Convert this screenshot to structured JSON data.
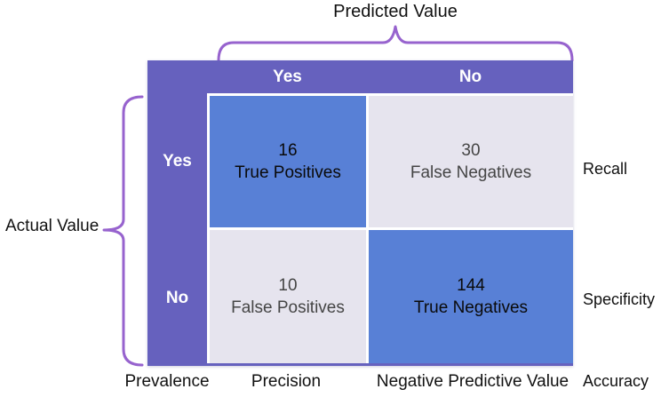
{
  "diagram": {
    "title": "Predicted Value",
    "left_axis_label": "Actual Value",
    "column_headers": [
      "Yes",
      "No"
    ],
    "row_headers": [
      "Yes",
      "No"
    ],
    "cells": {
      "true_positives": {
        "value": "16",
        "label": "True Positives"
      },
      "false_negatives": {
        "value": "30",
        "label": "False Negatives"
      },
      "false_positives": {
        "value": "10",
        "label": "False Positives"
      },
      "true_negatives": {
        "value": "144",
        "label": "True Negatives"
      }
    },
    "right_labels": {
      "row1": "Recall",
      "row2": "Specificity",
      "overall": "Accuracy"
    },
    "bottom_labels": {
      "row_header_col": "Prevalence",
      "col1": "Precision",
      "col2": "Negative Predictive Value"
    }
  },
  "colors": {
    "header_purple": "#6661BE",
    "cell_blue": "#5880D6",
    "cell_gray": "#E6E4EE",
    "brace_purple": "#9763CE"
  }
}
